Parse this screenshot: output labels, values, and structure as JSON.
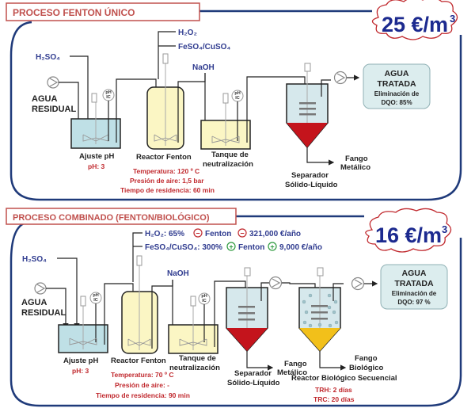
{
  "colors": {
    "frame": "#1f3a7a",
    "title_border": "#c0504d",
    "title_text": "#c0504d",
    "chem_text": "#2f3b8f",
    "red_text": "#c0282d",
    "tank_blue": "#bfe0e6",
    "tank_yellow": "#fbf6c4",
    "sludge_red": "#c4141c",
    "sludge_yellow": "#f2c01a",
    "cost_text": "#1c2a8f",
    "plus_green": "#2e9a3e",
    "minus_red": "#c0282d",
    "outlet_box": "#dcedee"
  },
  "single": {
    "title": "PROCESO FENTON ÚNICO",
    "cost_value": "25 €/m",
    "cost_exp": "3",
    "inputs": {
      "h2so4": "H₂SO₄",
      "h2o2": "H₂O₂",
      "fe_cu": "FeSO₄/CuSO₄",
      "naoh": "NaOH"
    },
    "inlet": [
      "AGUA",
      "RESIDUAL"
    ],
    "ph_ic": [
      "pH",
      "IC"
    ],
    "units": {
      "ph_adjust": "Ajuste pH",
      "reactor": "Reactor  Fenton",
      "neutral": [
        "Tanque de",
        "neutralización"
      ],
      "separator": [
        "Separador",
        "Sólido-Líquido"
      ],
      "sludge": [
        "Fango",
        "Metálico"
      ]
    },
    "ph_value": "pH: 3",
    "conditions": [
      "Temperatura: 120 º C",
      "Presión de aire: 1,5 bar",
      "Tiempo de residencia: 60 min"
    ],
    "outlet": {
      "title": [
        "AGUA",
        "TRATADA"
      ],
      "detail": [
        "Eliminación de",
        "DQO: 85%"
      ]
    }
  },
  "combined": {
    "title": "PROCESO COMBINADO (FENTON/BIOLÓGICO)",
    "cost_value": "16 €/m",
    "cost_exp": "3",
    "inputs": {
      "h2so4": "H₂SO₄",
      "naoh": "NaOH"
    },
    "reagent_lines": [
      {
        "chem": "H₂O₂: 65%",
        "sign1": "−",
        "mid": "Fenton",
        "sign2": "−",
        "amount": "321,000 €/año"
      },
      {
        "chem": "FeSO₄/CuSO₄: 300%",
        "sign1": "+",
        "mid": "Fenton",
        "sign2": "+",
        "amount": "9,000 €/año"
      }
    ],
    "inlet": [
      "AGUA",
      "RESIDUAL"
    ],
    "ph_ic": [
      "pH",
      "IC"
    ],
    "units": {
      "ph_adjust": "Ajuste pH",
      "reactor": "Reactor Fenton",
      "neutral": [
        "Tanque de",
        "neutralización"
      ],
      "separator": [
        "Separador",
        "Sólido-Líquido"
      ],
      "sludge_metal": [
        "Fango",
        "Metálico"
      ],
      "sludge_bio": [
        "Fango",
        "Biológico"
      ],
      "bio_reactor": "Reactor Biológico Secuencial"
    },
    "ph_value": "pH: 3",
    "conditions": [
      "Temperatura: 70 º C",
      "Presión de aire: -",
      "Tiempo de residencia: 90 min"
    ],
    "bio_conditions": [
      "TRH: 2 días",
      "TRC: 20 días"
    ],
    "outlet": {
      "title": [
        "AGUA",
        "TRATADA"
      ],
      "detail": [
        "Eliminación de",
        "DQO: 97 %"
      ]
    }
  }
}
